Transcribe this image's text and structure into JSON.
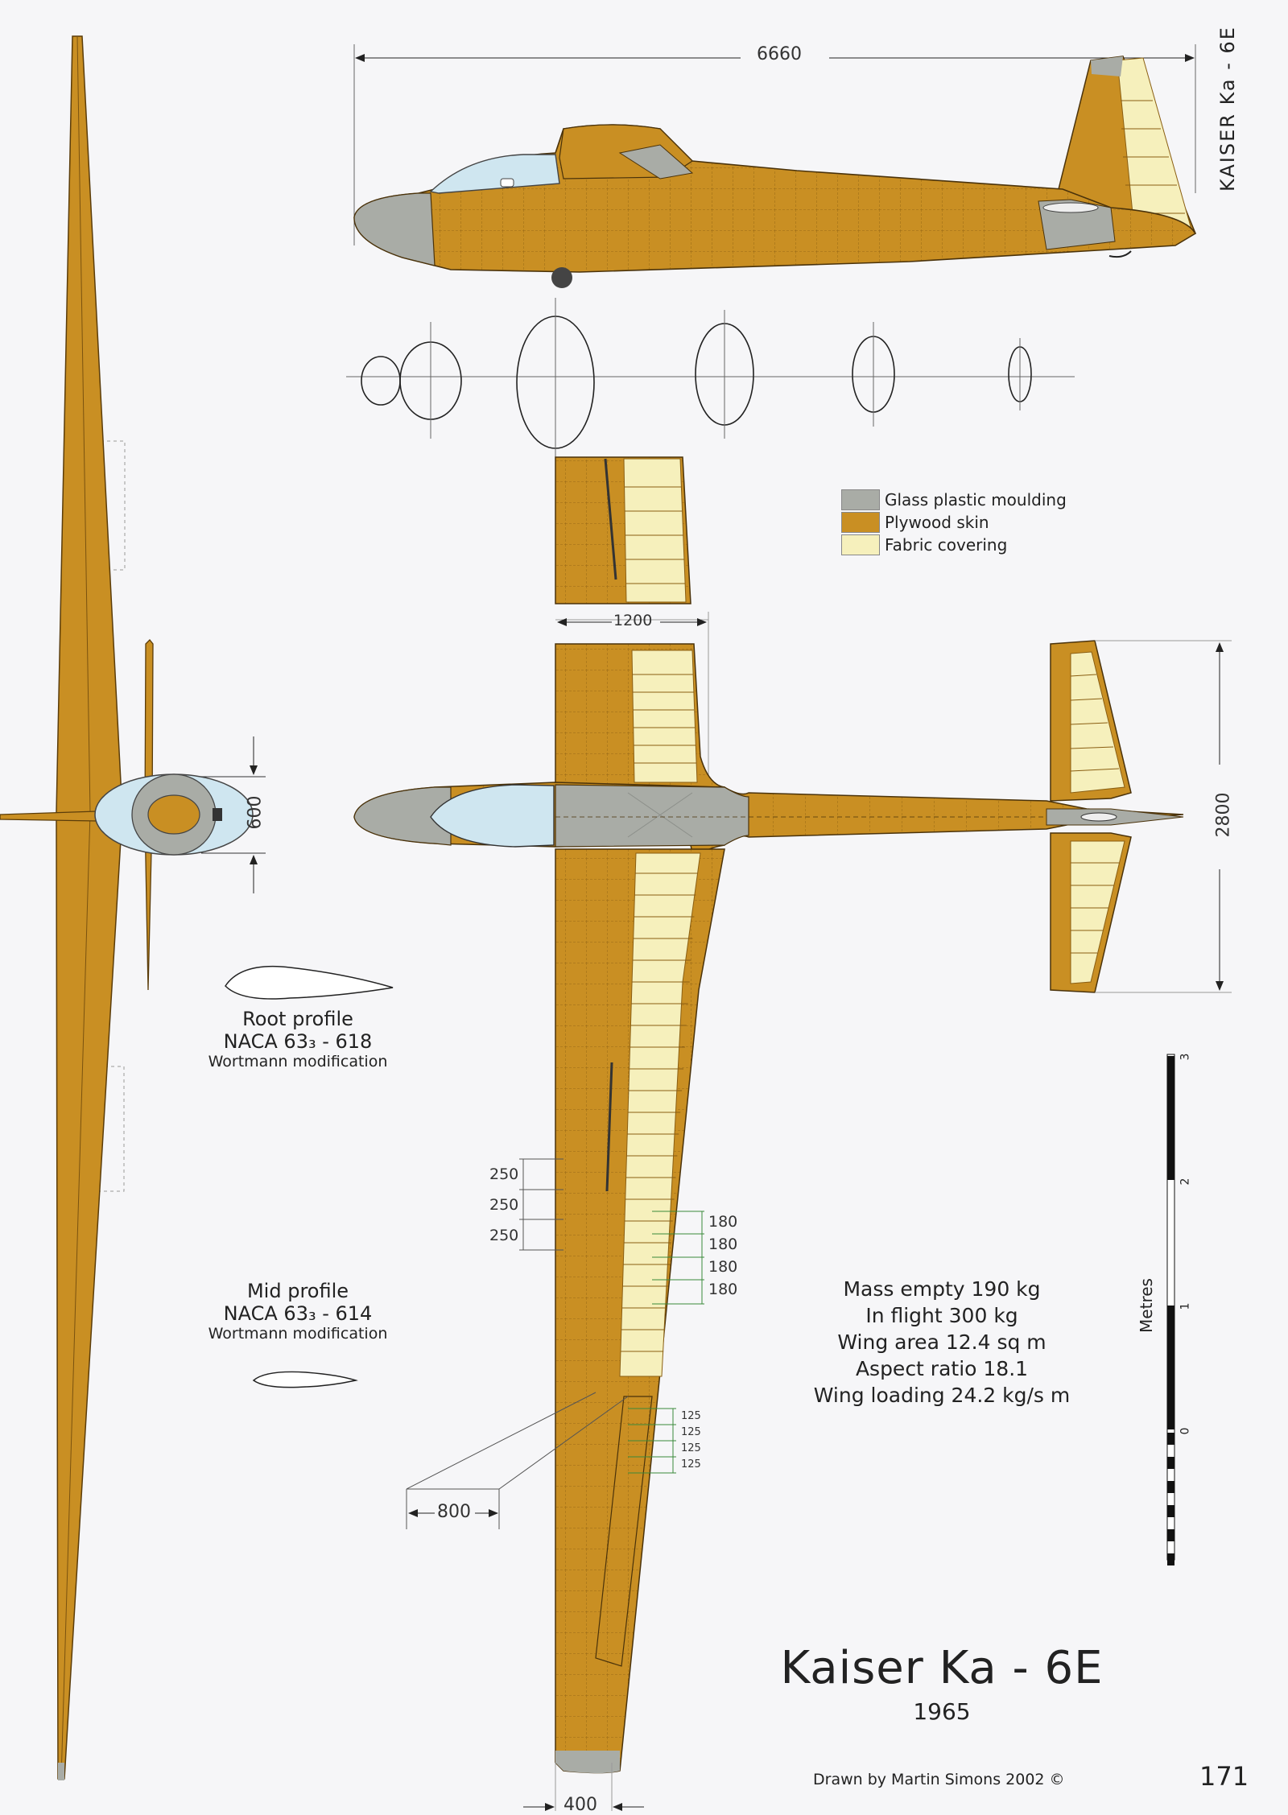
{
  "side_title": "KAISER Ka - 6E",
  "dimensions": {
    "length": "6660",
    "fin_height": "600",
    "span_segment": "1200",
    "tailplane_span": "2800",
    "tip_chord": "400",
    "bracket": "800",
    "rib_spacing_a": [
      "250",
      "250",
      "250"
    ],
    "rib_spacing_b": [
      "180",
      "180",
      "180",
      "180"
    ],
    "rib_spacing_c": [
      "125",
      "125",
      "125",
      "125"
    ]
  },
  "legend": [
    {
      "label": "Glass plastic moulding",
      "color": "#a9aca6"
    },
    {
      "label": "Plywood skin",
      "color": "#c98f23"
    },
    {
      "label": "Fabric covering",
      "color": "#f6f0bc"
    }
  ],
  "root_profile": {
    "title": "Root profile",
    "naca": "NACA 63₃ - 618",
    "note": "Wortmann modification"
  },
  "mid_profile": {
    "title": "Mid profile",
    "naca": "NACA 63₃ - 614",
    "note": "Wortmann modification"
  },
  "specs": [
    "Mass empty 190 kg",
    "In flight  300 kg",
    "Wing area  12.4 sq m",
    "Aspect ratio 18.1",
    "Wing loading 24.2 kg/s m"
  ],
  "scale": {
    "unit": "Metres",
    "ticks": [
      "0",
      "1",
      "2",
      "3"
    ]
  },
  "title": "Kaiser Ka - 6E",
  "year": "1965",
  "credit": "Drawn by Martin Simons  2002 ©",
  "page_number": "171",
  "colors": {
    "plywood": "#c98f23",
    "plywood_dark": "#8a5e12",
    "fabric": "#f6f0bc",
    "glass": "#a9aca6",
    "canopy": "#cfe6f0"
  }
}
